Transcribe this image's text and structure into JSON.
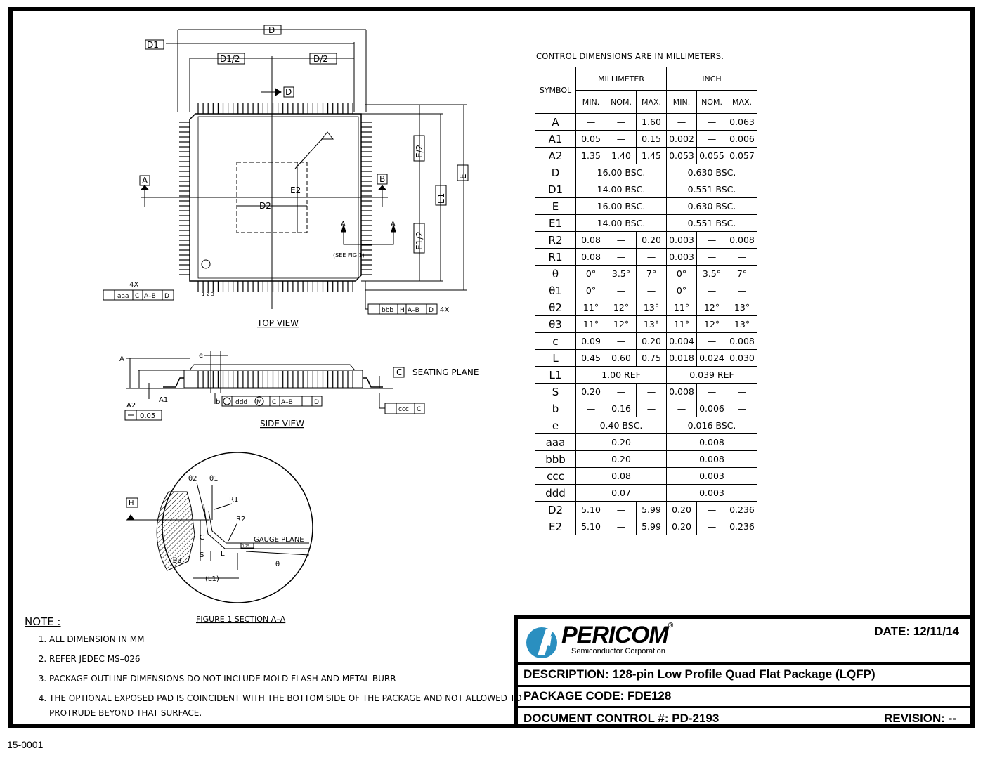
{
  "drawing": {
    "top_view_label": "TOP VIEW",
    "side_view_label": "SIDE VIEW",
    "figure_label": "FIGURE 1  SECTION A–A",
    "seating_plane_label": "SEATING PLANE",
    "gauge_plane_label": "GAUGE PLANE",
    "see_fig_label": "(SEE FIG 1)",
    "dims": {
      "d": "D",
      "d1": "D1",
      "d1_half": "D1/2",
      "d_half": "D/2",
      "e": "E",
      "e1": "E1",
      "e_half": "E/2",
      "e1_half": "E1/2",
      "d2": "D2",
      "e2": "E2",
      "a": "A",
      "a1": "A1",
      "a2": "A2",
      "e_pitch": "e",
      "b": "b",
      "r1": "R1",
      "r2": "R2",
      "c": "C",
      "s": "S",
      "l": "L",
      "l1": "(L1)",
      "h": "H",
      "datum_a": "A",
      "datum_b": "B",
      "datum_c": "C",
      "datum_d": "D",
      "theta": "θ",
      "theta1": "θ1",
      "theta2": "θ2",
      "theta3": "θ3",
      "four_x": "4X",
      "pin_numbers": "1 2 3"
    },
    "fcf_aaa": [
      "aaa",
      "C",
      "A–B",
      "D"
    ],
    "fcf_bbb": [
      "bbb",
      "H",
      "A–B",
      "D"
    ],
    "fcf_ddd": [
      "ddd",
      "M",
      "C",
      "A–B",
      "D"
    ],
    "fcf_ccc": [
      "ccc",
      "C"
    ],
    "fcf_flat": [
      "0.05"
    ],
    "gauge_value": "0.25"
  },
  "table": {
    "title": "CONTROL DIMENSIONS ARE IN MILLIMETERS.",
    "symbol_header": "SYMBOL",
    "mm_header": "MILLIMETER",
    "inch_header": "INCH",
    "sub_headers": [
      "MIN.",
      "NOM.",
      "MAX.",
      "MIN.",
      "NOM.",
      "MAX."
    ],
    "rows": [
      {
        "sym": "A",
        "cells": [
          "—",
          "—",
          "1.60",
          "—",
          "—",
          "0.063"
        ]
      },
      {
        "sym": "A1",
        "cells": [
          "0.05",
          "—",
          "0.15",
          "0.002",
          "—",
          "0.006"
        ]
      },
      {
        "sym": "A2",
        "cells": [
          "1.35",
          "1.40",
          "1.45",
          "0.053",
          "0.055",
          "0.057"
        ]
      },
      {
        "sym": "D",
        "mm": "16.00 BSC.",
        "inch": "0.630 BSC."
      },
      {
        "sym": "D1",
        "mm": "14.00 BSC.",
        "inch": "0.551 BSC."
      },
      {
        "sym": "E",
        "mm": "16.00 BSC.",
        "inch": "0.630 BSC."
      },
      {
        "sym": "E1",
        "mm": "14.00 BSC.",
        "inch": "0.551 BSC."
      },
      {
        "sym": "R2",
        "cells": [
          "0.08",
          "—",
          "0.20",
          "0.003",
          "—",
          "0.008"
        ]
      },
      {
        "sym": "R1",
        "cells": [
          "0.08",
          "—",
          "—",
          "0.003",
          "—",
          "—"
        ]
      },
      {
        "sym": "θ",
        "cells": [
          "0°",
          "3.5°",
          "7°",
          "0°",
          "3.5°",
          "7°"
        ]
      },
      {
        "sym": "θ1",
        "cells": [
          "0°",
          "—",
          "—",
          "0°",
          "—",
          "—"
        ]
      },
      {
        "sym": "θ2",
        "cells": [
          "11°",
          "12°",
          "13°",
          "11°",
          "12°",
          "13°"
        ]
      },
      {
        "sym": "θ3",
        "cells": [
          "11°",
          "12°",
          "13°",
          "11°",
          "12°",
          "13°"
        ]
      },
      {
        "sym": "c",
        "cells": [
          "0.09",
          "—",
          "0.20",
          "0.004",
          "—",
          "0.008"
        ]
      },
      {
        "sym": "L",
        "cells": [
          "0.45",
          "0.60",
          "0.75",
          "0.018",
          "0.024",
          "0.030"
        ]
      },
      {
        "sym": "L1",
        "mm": "1.00 REF",
        "inch": "0.039 REF"
      },
      {
        "sym": "S",
        "cells": [
          "0.20",
          "—",
          "—",
          "0.008",
          "—",
          "—"
        ]
      },
      {
        "sym": "b",
        "cells": [
          "—",
          "0.16",
          "—",
          "—",
          "0.006",
          "—"
        ]
      },
      {
        "sym": "e",
        "mm": "0.40 BSC.",
        "inch": "0.016 BSC."
      },
      {
        "sym": "aaa",
        "mm": "0.20",
        "inch": "0.008"
      },
      {
        "sym": "bbb",
        "mm": "0.20",
        "inch": "0.008"
      },
      {
        "sym": "ccc",
        "mm": "0.08",
        "inch": "0.003"
      },
      {
        "sym": "ddd",
        "mm": "0.07",
        "inch": "0.003"
      },
      {
        "sym": "D2",
        "cells": [
          "5.10",
          "—",
          "5.99",
          "0.20",
          "—",
          "0.236"
        ]
      },
      {
        "sym": "E2",
        "cells": [
          "5.10",
          "—",
          "5.99",
          "0.20",
          "—",
          "0.236"
        ]
      }
    ]
  },
  "notes": {
    "title": "NOTE :",
    "items": [
      "ALL DIMENSION IN MM",
      "REFER JEDEC MS–026",
      "PACKAGE OUTLINE DIMENSIONS DO NOT INCLUDE MOLD FLASH AND METAL BURR",
      "THE OPTIONAL EXPOSED PAD IS COINCIDENT WITH THE BOTTOM SIDE OF THE PACKAGE AND NOT ALLOWED TO PROTRUDE BEYOND THAT SURFACE."
    ]
  },
  "title_block": {
    "company": "PERICOM",
    "registered": "®",
    "company_sub": "Semiconductor Corporation",
    "date": "DATE: 12/11/14",
    "description": "DESCRIPTION: 128-pin Low Profile Quad Flat Package (LQFP)",
    "package_code": "PACKAGE CODE: FDE128",
    "doc_control": "DOCUMENT CONTROL #: PD-2193",
    "revision": "REVISION: --",
    "brand_color": "#2a8fc0"
  },
  "footer": {
    "code": "15-0001"
  }
}
